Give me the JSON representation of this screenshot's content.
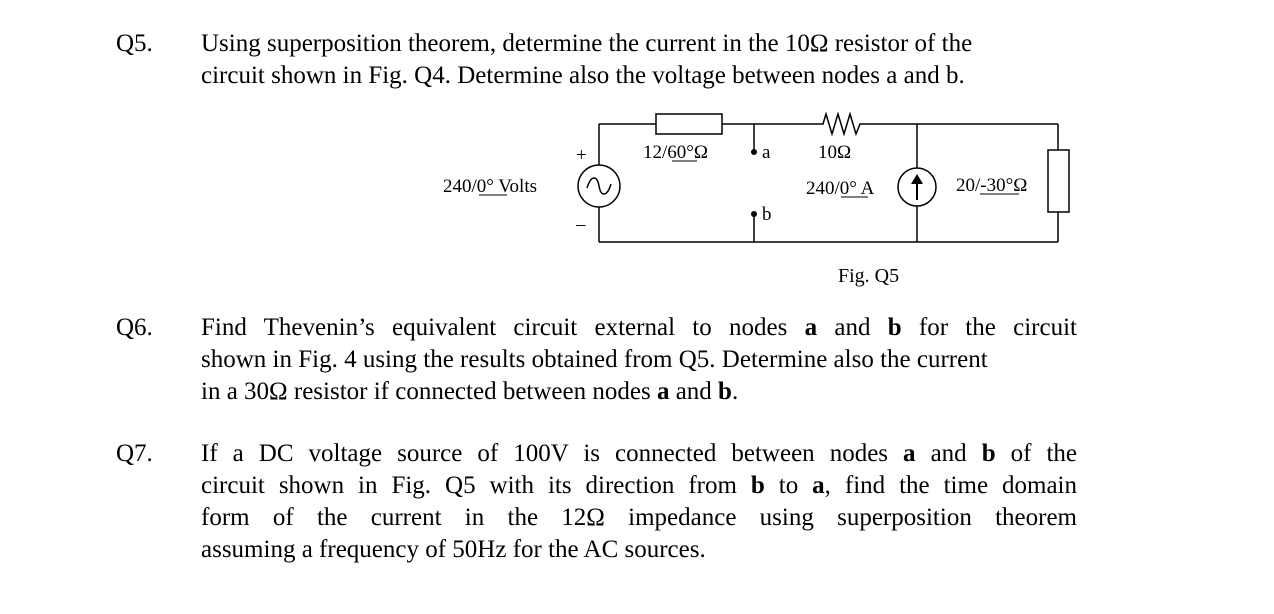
{
  "q5": {
    "number": "Q5.",
    "line1": "Using superposition theorem, determine the current in the 10Ω resistor of the",
    "line2": "circuit shown in Fig. Q4. Determine also the voltage between nodes a and b."
  },
  "figure": {
    "source_label": "240/0° Volts",
    "source_plus": "+",
    "source_minus": "–",
    "z1_label": "12/60°Ω",
    "node_a": "a",
    "node_b": "b",
    "r10_label": "10Ω",
    "current_label": "240/0° A",
    "z3_label": "20/-30°Ω",
    "caption": "Fig. Q5"
  },
  "q6": {
    "number": "Q6.",
    "l1_pre": "Find Thevenin’s equivalent circuit external to nodes ",
    "l1_a": "a",
    "l1_and": " and ",
    "l1_b": "b",
    "l1_post": " for the circuit",
    "l2": "shown in Fig. 4 using the results obtained from Q5. Determine also the current",
    "l3_pre": "in a 30Ω resistor if connected between nodes ",
    "l3_a": "a",
    "l3_and": " and ",
    "l3_b": "b",
    "l3_post": "."
  },
  "q7": {
    "number": "Q7.",
    "l1_pre": "If a DC voltage source of 100V is connected between nodes ",
    "l1_a": "a",
    "l1_and": " and ",
    "l1_b": "b",
    "l1_post": " of the",
    "l2_pre": "circuit shown in Fig. Q5 with its direction from ",
    "l2_b": "b",
    "l2_to": " to ",
    "l2_a": "a",
    "l2_post": ", find the time domain",
    "l3": "form of the current in the 12Ω impedance using superposition theorem",
    "l4": "assuming a frequency of 50Hz for the AC sources."
  }
}
